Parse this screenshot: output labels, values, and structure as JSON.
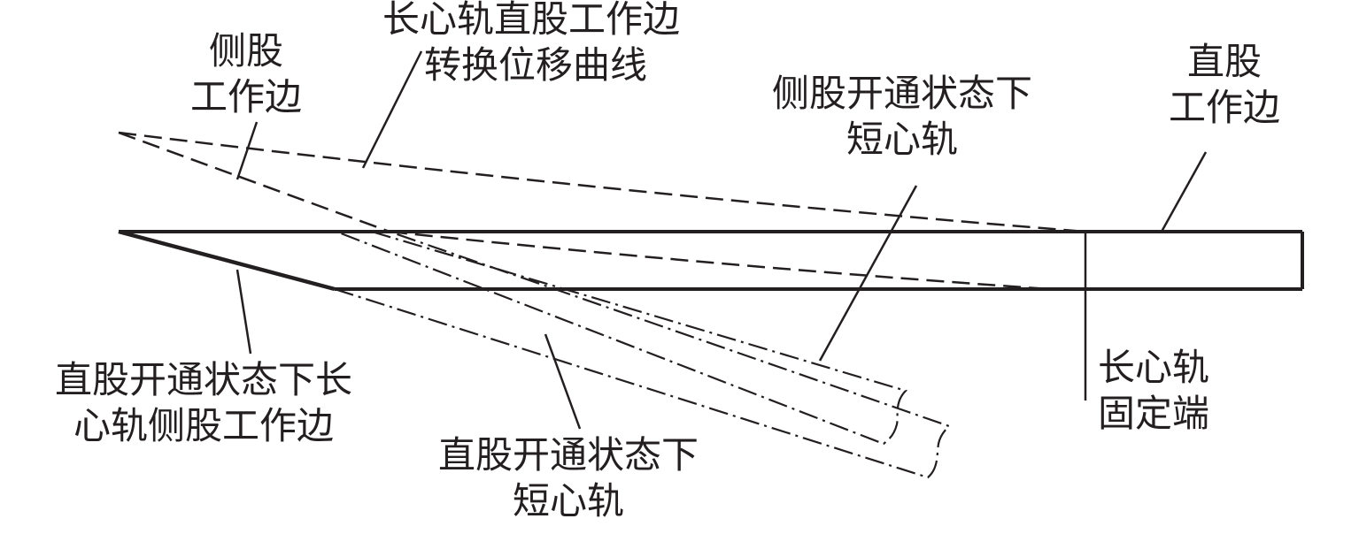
{
  "labels": {
    "side_work_edge": [
      "侧股",
      "工作边"
    ],
    "long_rail_curve": [
      "长心轨直股工作边",
      "转换位移曲线"
    ],
    "side_open_short_rail": [
      "侧股开通状态下",
      "短心轨"
    ],
    "straight_work_edge": [
      "直股",
      "工作边"
    ],
    "straight_open_long_rail_side": [
      "直股开通状态下长",
      "心轨侧股工作边"
    ],
    "straight_open_short_rail": [
      "直股开通状态下",
      "短心轨"
    ],
    "long_rail_fixed_end": [
      "长心轨",
      "固定端"
    ]
  },
  "colors": {
    "ink": "#231f20"
  }
}
